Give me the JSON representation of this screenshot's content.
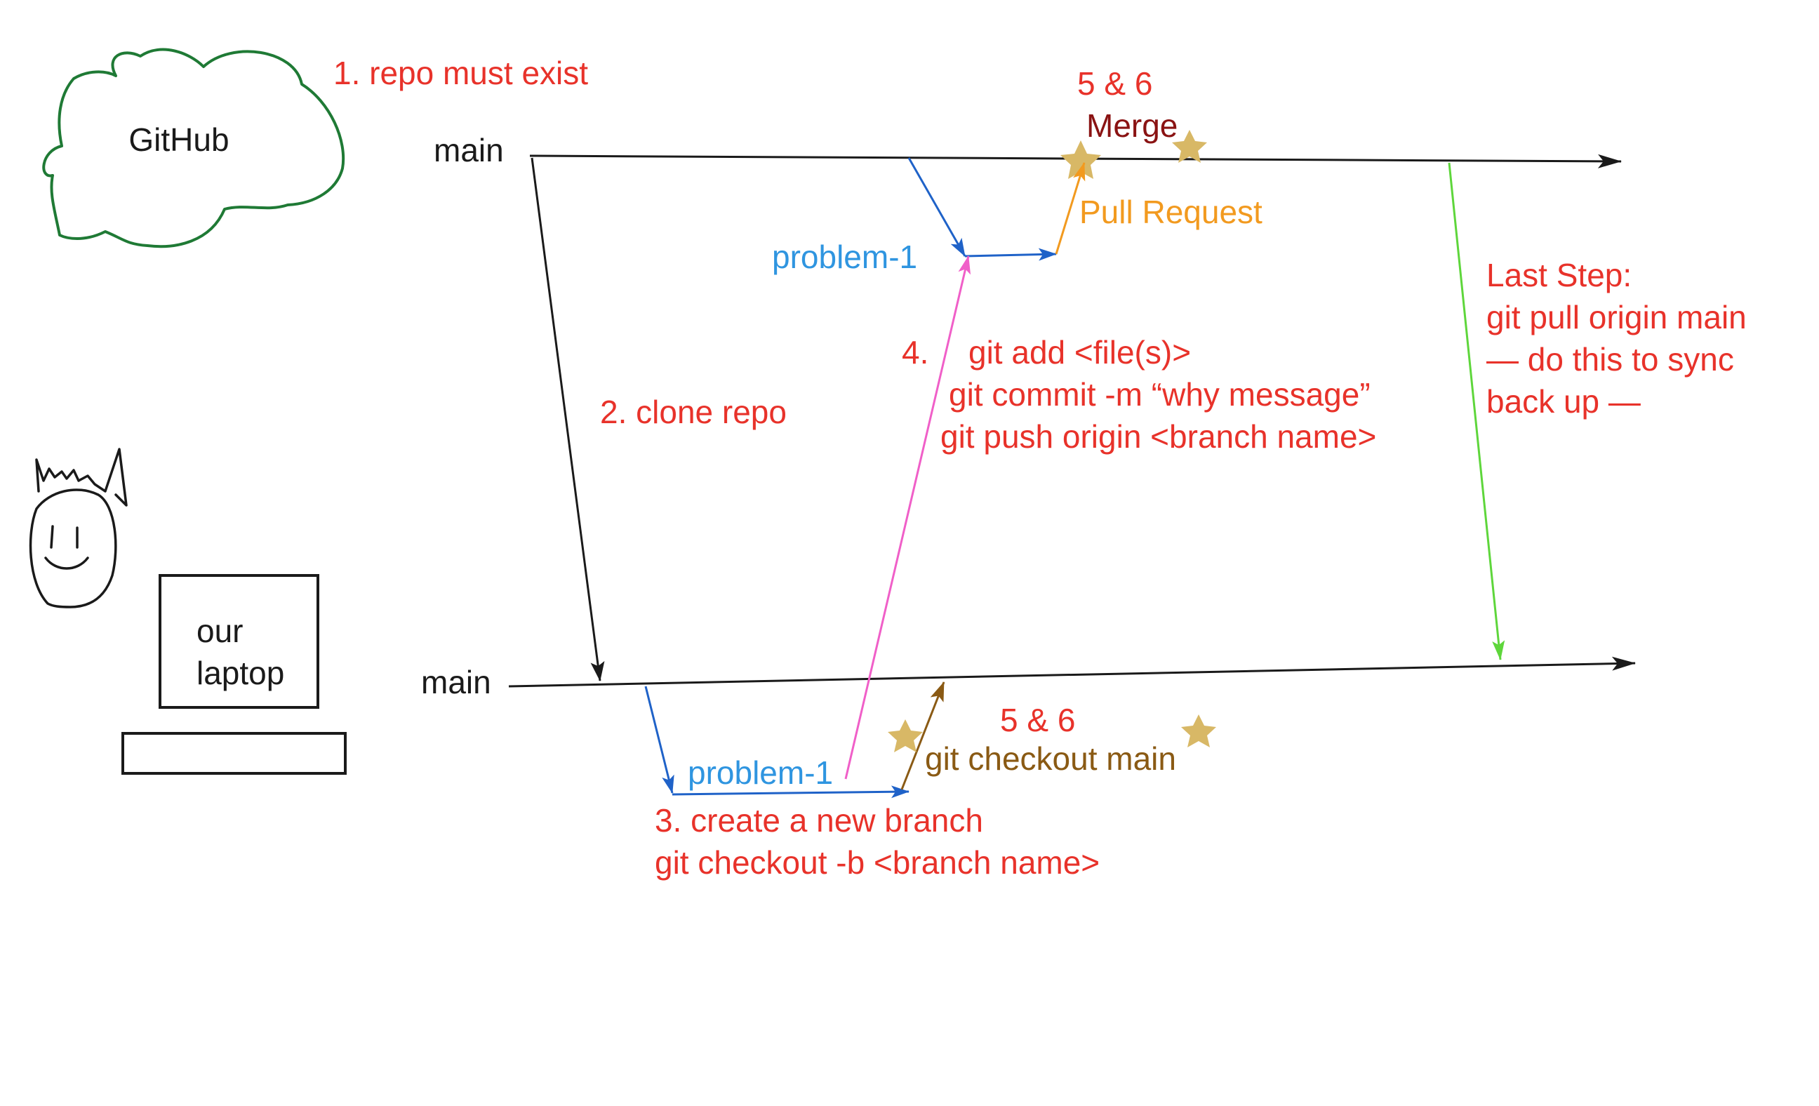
{
  "colors": {
    "black": "#1a1a1a",
    "red": "#e8322a",
    "blue_line": "#1f62c8",
    "blue_text": "#2f95e0",
    "green_cloud": "#1f7a35",
    "green_arrow": "#5ed63b",
    "pink": "#f05fc8",
    "orange": "#f29a1f",
    "brown": "#8a5a14",
    "dark_red": "#8a1313",
    "star": "#d8b866"
  },
  "icons": {
    "cloud": "cloud-icon",
    "person": "stick-face-icon",
    "laptop": "laptop-icon",
    "star": "star-icon"
  },
  "remote": {
    "name": "GitHub",
    "step1": "1. repo must exist",
    "main_label": "main",
    "merge_step": "5 & 6",
    "merge_label": "Merge",
    "branch_label": "problem-1",
    "pull_request_label": "Pull Request"
  },
  "local": {
    "laptop_line1": "our",
    "laptop_line2": "laptop",
    "main_label": "main",
    "branch_label": "problem-1",
    "checkout_step": "5 & 6",
    "checkout_label": "git checkout main"
  },
  "steps": {
    "clone": "2. clone repo",
    "create_branch_line1": "3. create a new branch",
    "create_branch_line2": "git checkout -b <branch name>",
    "push_num": "4.",
    "push_line1": "git add <file(s)>",
    "push_line2": "git commit -m “why message”",
    "push_line3": "git push origin <branch name>",
    "last_line1": "Last Step:",
    "last_line2": "git pull origin main",
    "last_line3": "— do this to sync",
    "last_line4": "back up —"
  }
}
